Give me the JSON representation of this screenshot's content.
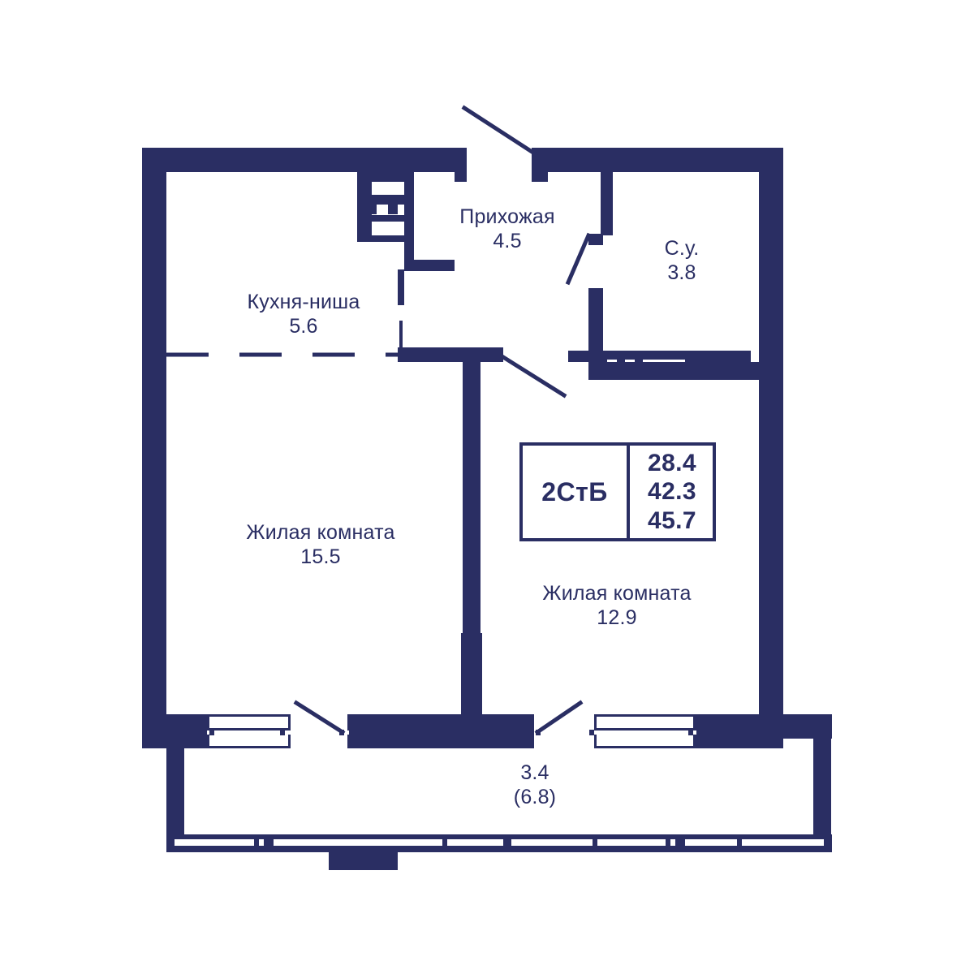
{
  "plan": {
    "kind": "apartment-floor-plan",
    "colors": {
      "wall": "#2a2e63",
      "line": "#2a2e63",
      "background": "#ffffff",
      "text": "#2a2e63"
    },
    "info_box": {
      "code": "2СтБ",
      "numbers": [
        "28.4",
        "42.3",
        "45.7"
      ]
    },
    "rooms": [
      {
        "id": "hallway",
        "name": "Прихожая",
        "area": "4.5"
      },
      {
        "id": "bathroom",
        "name": "С.у.",
        "area": "3.8"
      },
      {
        "id": "kitchen-niche",
        "name": "Кухня-ниша",
        "area": "5.6"
      },
      {
        "id": "living-room-1",
        "name": "Жилая комната",
        "area": "15.5"
      },
      {
        "id": "living-room-2",
        "name": "Жилая комната",
        "area": "12.9"
      },
      {
        "id": "balcony",
        "name": "",
        "area": "3.4",
        "area_secondary": "(6.8)"
      }
    ]
  }
}
